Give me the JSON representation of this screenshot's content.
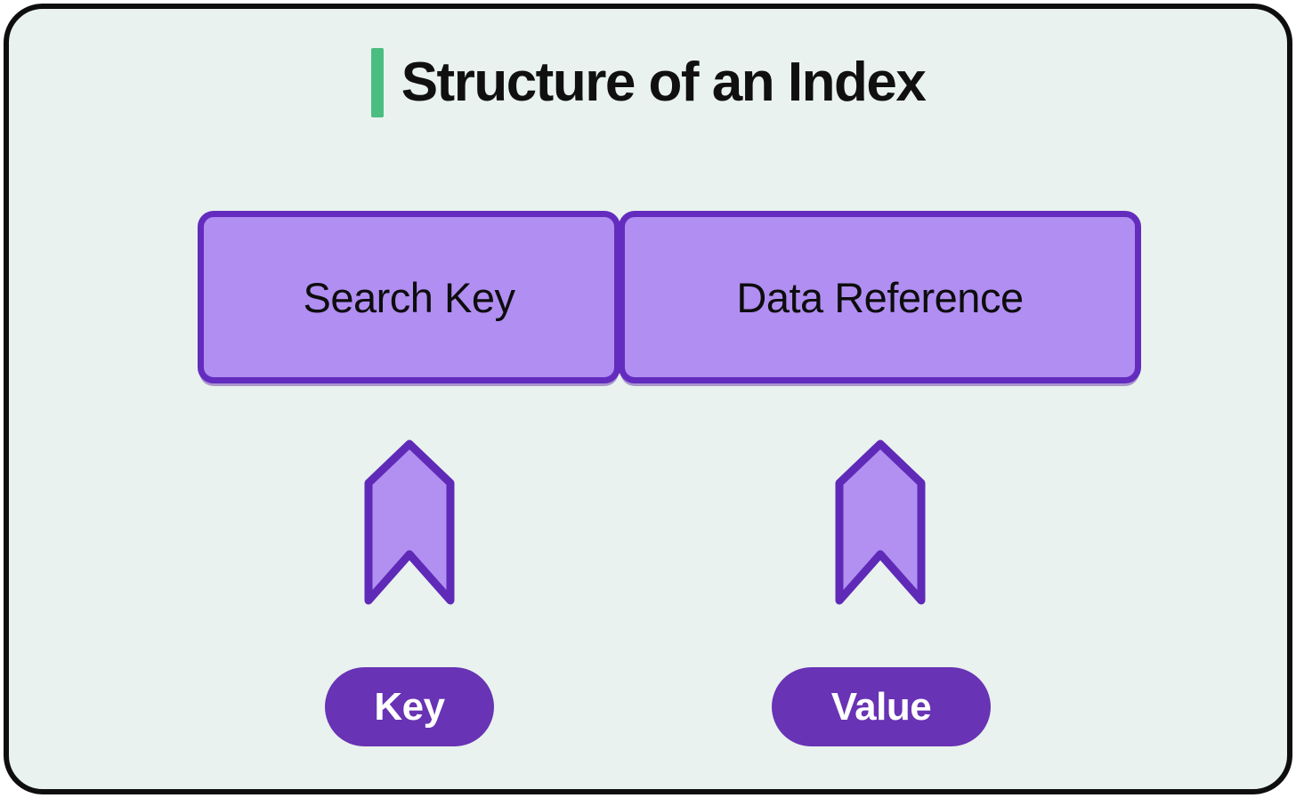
{
  "header": {
    "title": "Structure of an Index"
  },
  "diagram": {
    "boxes": [
      {
        "label": "Search Key",
        "tag": "Key"
      },
      {
        "label": "Data Reference",
        "tag": "Value"
      }
    ]
  },
  "icons": {
    "up_pointer": "bookmark-up-arrow"
  },
  "colors": {
    "page_background": "#ffffff",
    "card_background": "#e9f2ee",
    "card_border": "#0e0e0e",
    "title_accent": "#4cbd81",
    "title_text": "#101010",
    "box_fill": "#b18ef2",
    "box_border": "#632cbe",
    "box_text": "#0d0d0d",
    "arrow_fill": "#b290f1",
    "arrow_border": "#5f2ab8",
    "pill_fill": "#6833b4",
    "pill_text": "#ffffff"
  }
}
